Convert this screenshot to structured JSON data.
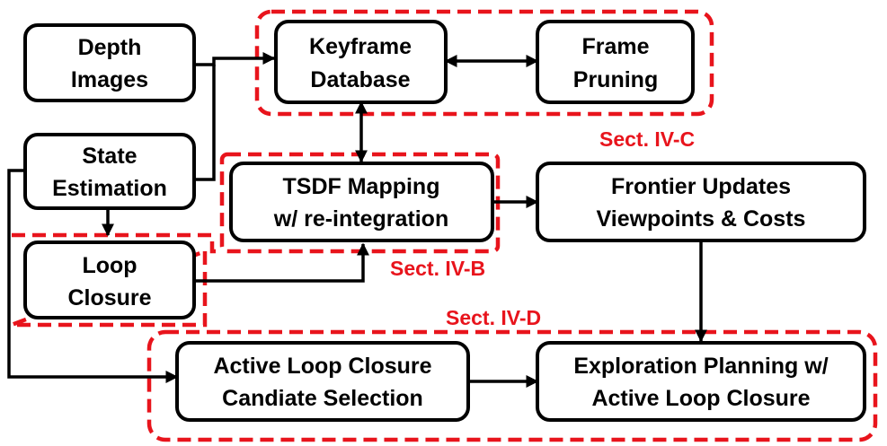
{
  "nodes": {
    "depth_images": [
      "Depth",
      "Images"
    ],
    "state_estimation": [
      "State",
      "Estimation"
    ],
    "loop_closure": [
      "Loop",
      "Closure"
    ],
    "keyframe_database": [
      "Keyframe",
      "Database"
    ],
    "frame_pruning": [
      "Frame",
      "Pruning"
    ],
    "tsdf_mapping": [
      "TSDF Mapping",
      "w/ re-integration"
    ],
    "frontier_updates": [
      "Frontier Updates",
      "Viewpoints & Costs"
    ],
    "active_loop_closure": [
      "Active Loop Closure",
      "Candiate Selection"
    ],
    "exploration_planning": [
      "Exploration Planning w/",
      "Active Loop Closure"
    ]
  },
  "regions": {
    "sect_ivc": "Sect. IV-C",
    "sect_ivb": "Sect. IV-B",
    "sect_ivd": "Sect. IV-D"
  },
  "colors": {
    "region_dash": "#e8141c",
    "box_stroke": "#000000"
  },
  "edges": [
    {
      "from": "depth_images",
      "to": "keyframe_database"
    },
    {
      "from": "state_estimation",
      "to": "keyframe_database"
    },
    {
      "from": "state_estimation",
      "to": "loop_closure"
    },
    {
      "from": "state_estimation",
      "to": "active_loop_closure"
    },
    {
      "from": "loop_closure",
      "to": "tsdf_mapping"
    },
    {
      "from": "keyframe_database",
      "to": "frame_pruning",
      "bidirectional": true
    },
    {
      "from": "keyframe_database",
      "to": "tsdf_mapping",
      "bidirectional": true
    },
    {
      "from": "tsdf_mapping",
      "to": "frontier_updates"
    },
    {
      "from": "frontier_updates",
      "to": "exploration_planning"
    },
    {
      "from": "active_loop_closure",
      "to": "exploration_planning"
    }
  ]
}
